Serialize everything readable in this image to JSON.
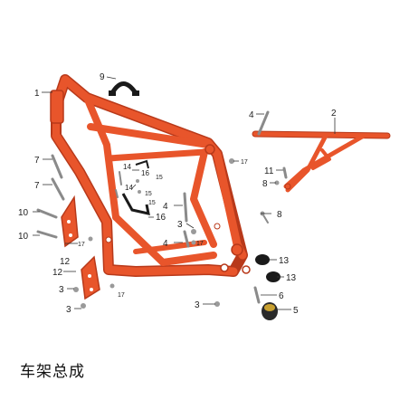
{
  "title": "车架总成",
  "callouts": {
    "c1": "1",
    "c2": "2",
    "c3a": "3",
    "c3b": "3",
    "c3c": "3",
    "c3d": "3",
    "c4a": "4",
    "c4b": "4",
    "c4c": "4",
    "c5": "5",
    "c6": "6",
    "c7a": "7",
    "c7b": "7",
    "c8a": "8",
    "c8b": "8",
    "c9": "9",
    "c10a": "10",
    "c10b": "10",
    "c11": "11",
    "c12a": "12",
    "c12b": "12",
    "c13a": "13",
    "c13b": "13",
    "c14a": "14",
    "c14b": "14",
    "c15a": "15",
    "c15b": "15",
    "c15c": "15",
    "c16a": "16",
    "c16b": "16",
    "c17a": "17",
    "c17b": "17",
    "c17c": "17",
    "c17d": "17"
  },
  "colors": {
    "frame": "#e8552b",
    "frame_shadow": "#b8391a",
    "hardware": "#8a8a8a",
    "rubber": "#1a1a1a"
  }
}
